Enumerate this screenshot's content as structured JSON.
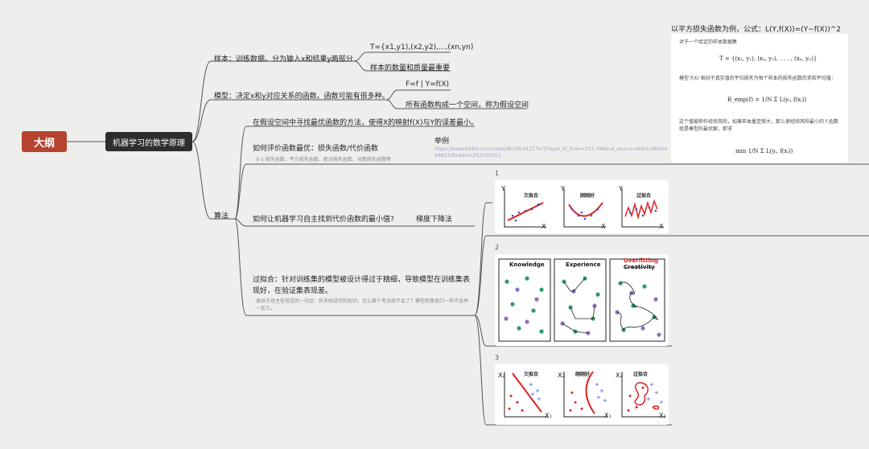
{
  "root": "大纲",
  "main": "机器学习的数学原理",
  "branches": {
    "sample": "样本：训练数据。分为输入x和结果y两部分",
    "sample_set": "T={x1,y1),(x2,y2),...,(xn,yn)",
    "sample_note": "样本的数量和质量最重要",
    "model": "模型：决定x和y对应关系的函数。函数可能有很多种。",
    "model_f": "F=f | Y=f(X)",
    "model_note": "所有函数构成一个空间，称为假设空间",
    "algo": "算法",
    "algo_1": "在假设空间中寻找最优函数的方法，使得X的映射f(X)与Y的误差最小。",
    "algo_2": "如何评价函数最优：损失函数/代价函数",
    "algo_2_note": "0-1 损失函数、平方损失函数、绝对损失函数、对数损失函数等",
    "example_label": "举例",
    "example_link": "https://www.bilibili.com/video/BV1RL411T7mT/?spm_id_from=333.788&vd_source=84b1c8654469823d5cedecc262010513",
    "algo_3": "如何让机器学习自主找到代价函数的最小值?",
    "algo_3_answer": "梯度下降法",
    "overfit": "过拟合：针对训练集的模型被设计得过于精细，导致模型在训练集表现好，在验证集表现差。",
    "overfit_note": "类似于班主任常说的一句话：昨天刚讲完的知识，怎么换个考法就不会了？模型就像我们一样不会举一反三。"
  },
  "formula": {
    "title": "以平方损失函数为例，公式：L(Y,f(X))=(Y−f(X))^2",
    "line1": "对于一个给定的样本数据集",
    "eq1": "T = {(x₁, y₁), (x₂, y₂), . . . , (xₙ, yₙ)}",
    "line2": "模型 f(X) 相对于真实值的平均损失为每个样本的损失函数的求和平均值：",
    "eq2": "R_emp(f) = 1/N Σ L(yᵢ, f(xᵢ))",
    "line3": "这个值被称作经验风险，如果样本量足够大，那么使经验风险最小的 f 函数就是模型的最优解，即求",
    "eq3": "min 1/N Σ L(yᵢ, f(xᵢ))"
  },
  "images": {
    "n1": "1",
    "n2": "2",
    "n3": "3",
    "fit_labels": [
      "欠拟合",
      "刚刚好",
      "过拟合"
    ],
    "panel_labels": [
      "Knowledge",
      "Experience",
      "Overfitting",
      "Creativity"
    ],
    "axis_y": "Y",
    "axis_x": "X",
    "axis_x1": "X₁",
    "axis_x2": "X₂"
  },
  "colors": {
    "root": "#b5432f",
    "main": "#2e2e2b",
    "curve": "#e02020",
    "dot": "#3355cc"
  }
}
